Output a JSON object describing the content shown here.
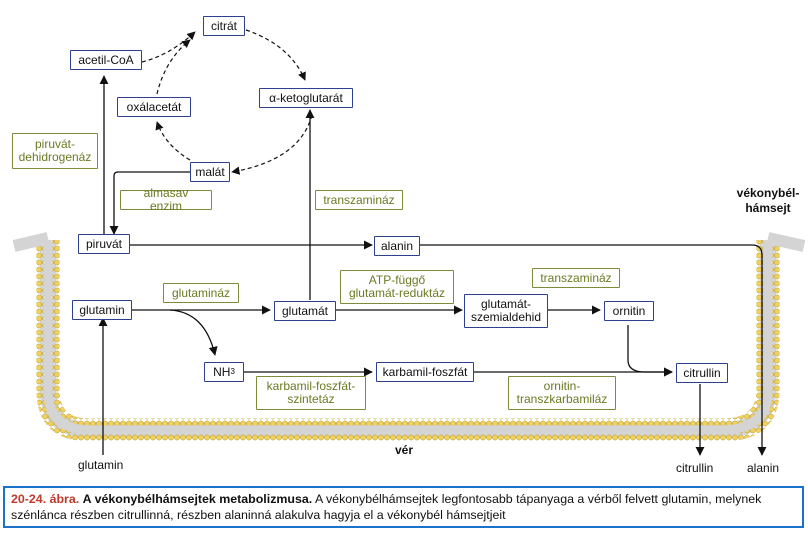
{
  "nodes": {
    "acetil_coa": "acetil-CoA",
    "citrat": "citrát",
    "oxalacetat": "oxálacetát",
    "alfa_ketoglutarat": "α-ketoglutarát",
    "malat": "malát",
    "piruvat": "piruvát",
    "alanin": "alanin",
    "glutamin": "glutamin",
    "glutamat": "glutamát",
    "glutamat_szemialdehid": "glutamát-szemialdehid",
    "ornitin": "ornitin",
    "nh3_base": "NH",
    "nh3_sub": "3",
    "karbamil_foszfat": "karbamil-foszfát",
    "citrullin": "citrullin"
  },
  "enzymes": {
    "piruvat_dehidrogenaz": "piruvát-\ndehidrogenáz",
    "almasav_enzim": "almasav enzim",
    "transzaminaz_upper": "transzamináz",
    "glutaminaz": "glutamináz",
    "atp_fuggo": "ATP-függő\nglutamát-reduktáz",
    "transzaminaz_right": "transzamináz",
    "karbamil_foszfat_szintetaz": "karbamil-foszfát-\nszintetáz",
    "ornitin_transzkarbamilaz": "ornitin-\ntranszkarbamiláz"
  },
  "labels": {
    "vekonybel_hamsejt": "vékonybél-\nhámsejt",
    "ver": "vér",
    "glutamin_out": "glutamin",
    "citrullin_out": "citrullin",
    "alanin_out": "alanin"
  },
  "caption": {
    "number": "20-24. ábra.",
    "title": "A vékonybélhámsejtek metabolizmusa.",
    "text": "A vékonybélhámsejtek legfontosabb tápanyaga a vérből felvett glutamin, melynek szénlánca részben citrullinná, részben alaninná alakulva hagyja el a vékonybél hámsejtjeit"
  },
  "colors": {
    "node_border": "#2f3f8f",
    "enzyme_border": "#7d8b3a",
    "enzyme_text": "#6b7a22",
    "membrane_head": "#f0d060",
    "membrane_tail": "#c9c9c9",
    "caption_border": "#1a73c9",
    "caption_number": "#c0392b"
  }
}
